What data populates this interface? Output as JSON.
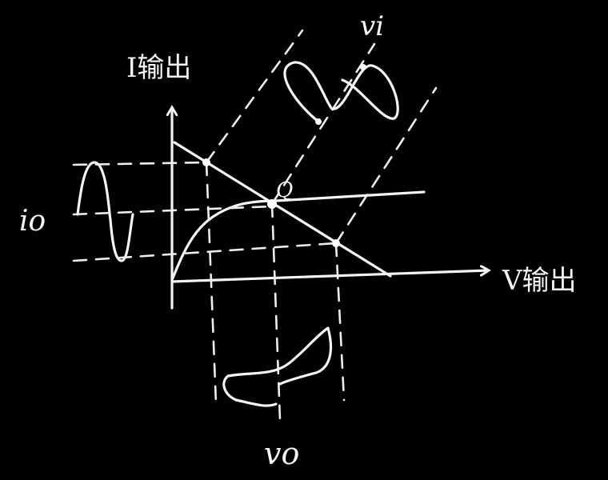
{
  "labels": {
    "y_axis": "I输出",
    "x_axis": "V输出",
    "input_signal": "vi",
    "output_current": "io",
    "output_voltage": "vo",
    "q_point": "Q"
  },
  "colors": {
    "background": "#000000",
    "chalk": "#f4f4f4"
  }
}
